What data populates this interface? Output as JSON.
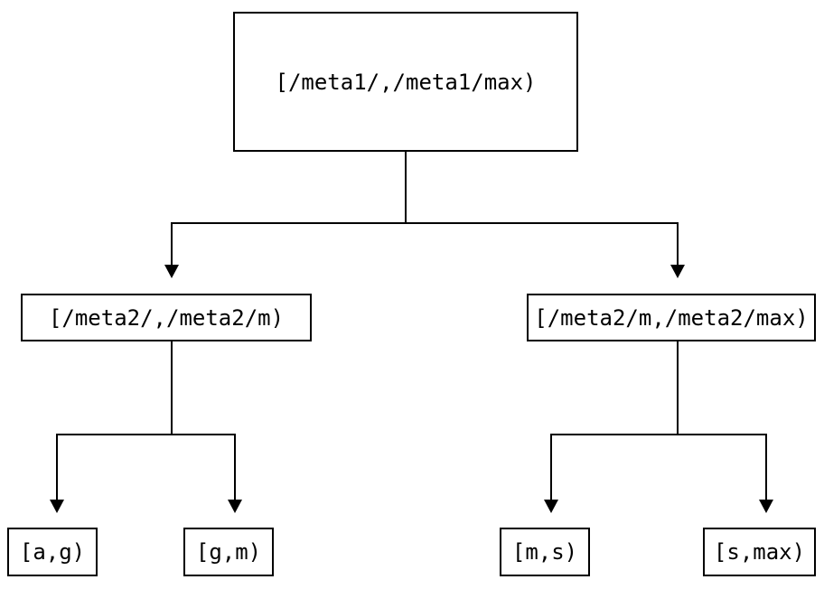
{
  "diagram": {
    "type": "interval-partition-tree",
    "root": {
      "label": "[/meta1/,/meta1/max)"
    },
    "children": [
      {
        "label": "[/meta2/,/meta2/m)",
        "children": [
          {
            "label": "[a,g)"
          },
          {
            "label": "[g,m)"
          }
        ]
      },
      {
        "label": "[/meta2/m,/meta2/max)",
        "children": [
          {
            "label": "[m,s)"
          },
          {
            "label": "[s,max)"
          }
        ]
      }
    ]
  },
  "colors": {
    "line": "#000000",
    "text": "#000000",
    "background": "#ffffff"
  }
}
